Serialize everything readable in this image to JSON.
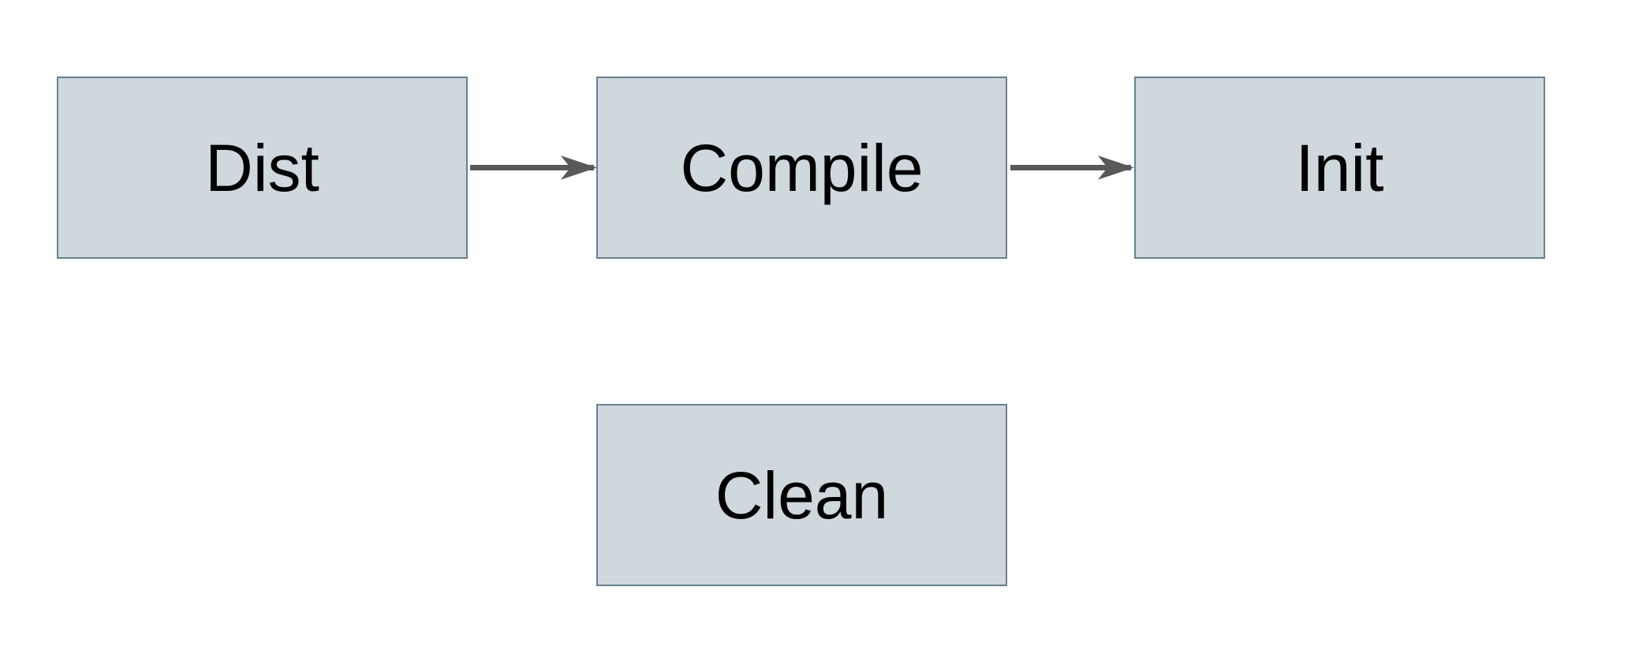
{
  "diagram": {
    "background_color": "#ffffff",
    "node_fill_color": "#cfd8dc",
    "node_border_color": "#66808d",
    "node_text_color": "#000000",
    "arrow_color": "#58595b",
    "nodes": [
      {
        "id": "dist",
        "label": "Dist"
      },
      {
        "id": "compile",
        "label": "Compile"
      },
      {
        "id": "init",
        "label": "Init"
      },
      {
        "id": "clean",
        "label": "Clean"
      }
    ],
    "edges": [
      {
        "from": "Dist",
        "to": "Compile",
        "direction": "right"
      },
      {
        "from": "Compile",
        "to": "Init",
        "direction": "right"
      }
    ]
  }
}
